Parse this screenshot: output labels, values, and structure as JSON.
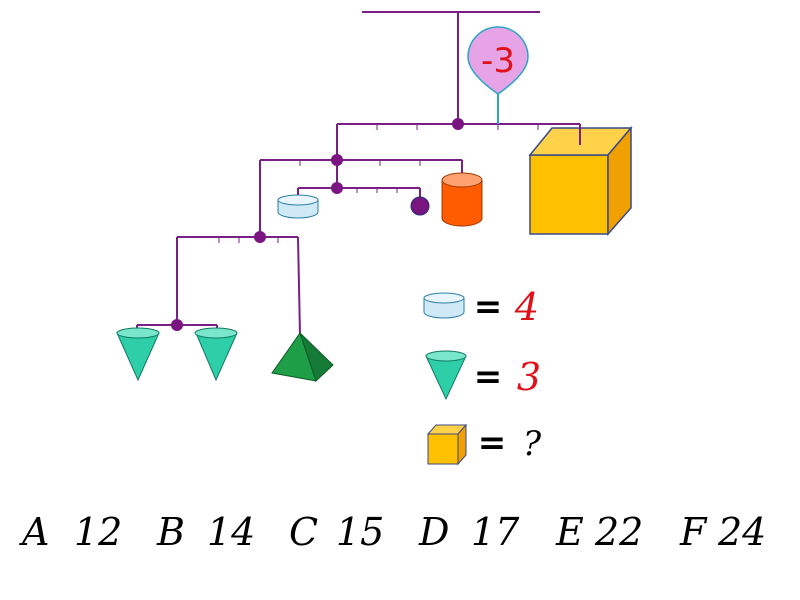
{
  "balloon": {
    "label": "-3",
    "color": "#e6a3e6"
  },
  "colors": {
    "rod": "#7a1f86",
    "joint": "#7a1480",
    "balloon_string": "#2aa6c6",
    "cylinder_small": "#cfe9f7",
    "cylinder_big": "#ff5b00",
    "cone": "#2ecfa8",
    "pyramid": "#1e9e46",
    "cube": "#ffc000"
  },
  "legend": [
    {
      "shape": "cylinder-icon",
      "equals": "=",
      "value": "4"
    },
    {
      "shape": "cone-icon",
      "equals": "=",
      "value": "3"
    },
    {
      "shape": "cube-icon",
      "equals": "=",
      "value": "?"
    }
  ],
  "answers": [
    {
      "letter": "A",
      "value": "12"
    },
    {
      "letter": "B",
      "value": "14"
    },
    {
      "letter": "C",
      "value": "15"
    },
    {
      "letter": "D",
      "value": "17"
    },
    {
      "letter": "E",
      "value": "22"
    },
    {
      "letter": "F",
      "value": "24"
    }
  ]
}
